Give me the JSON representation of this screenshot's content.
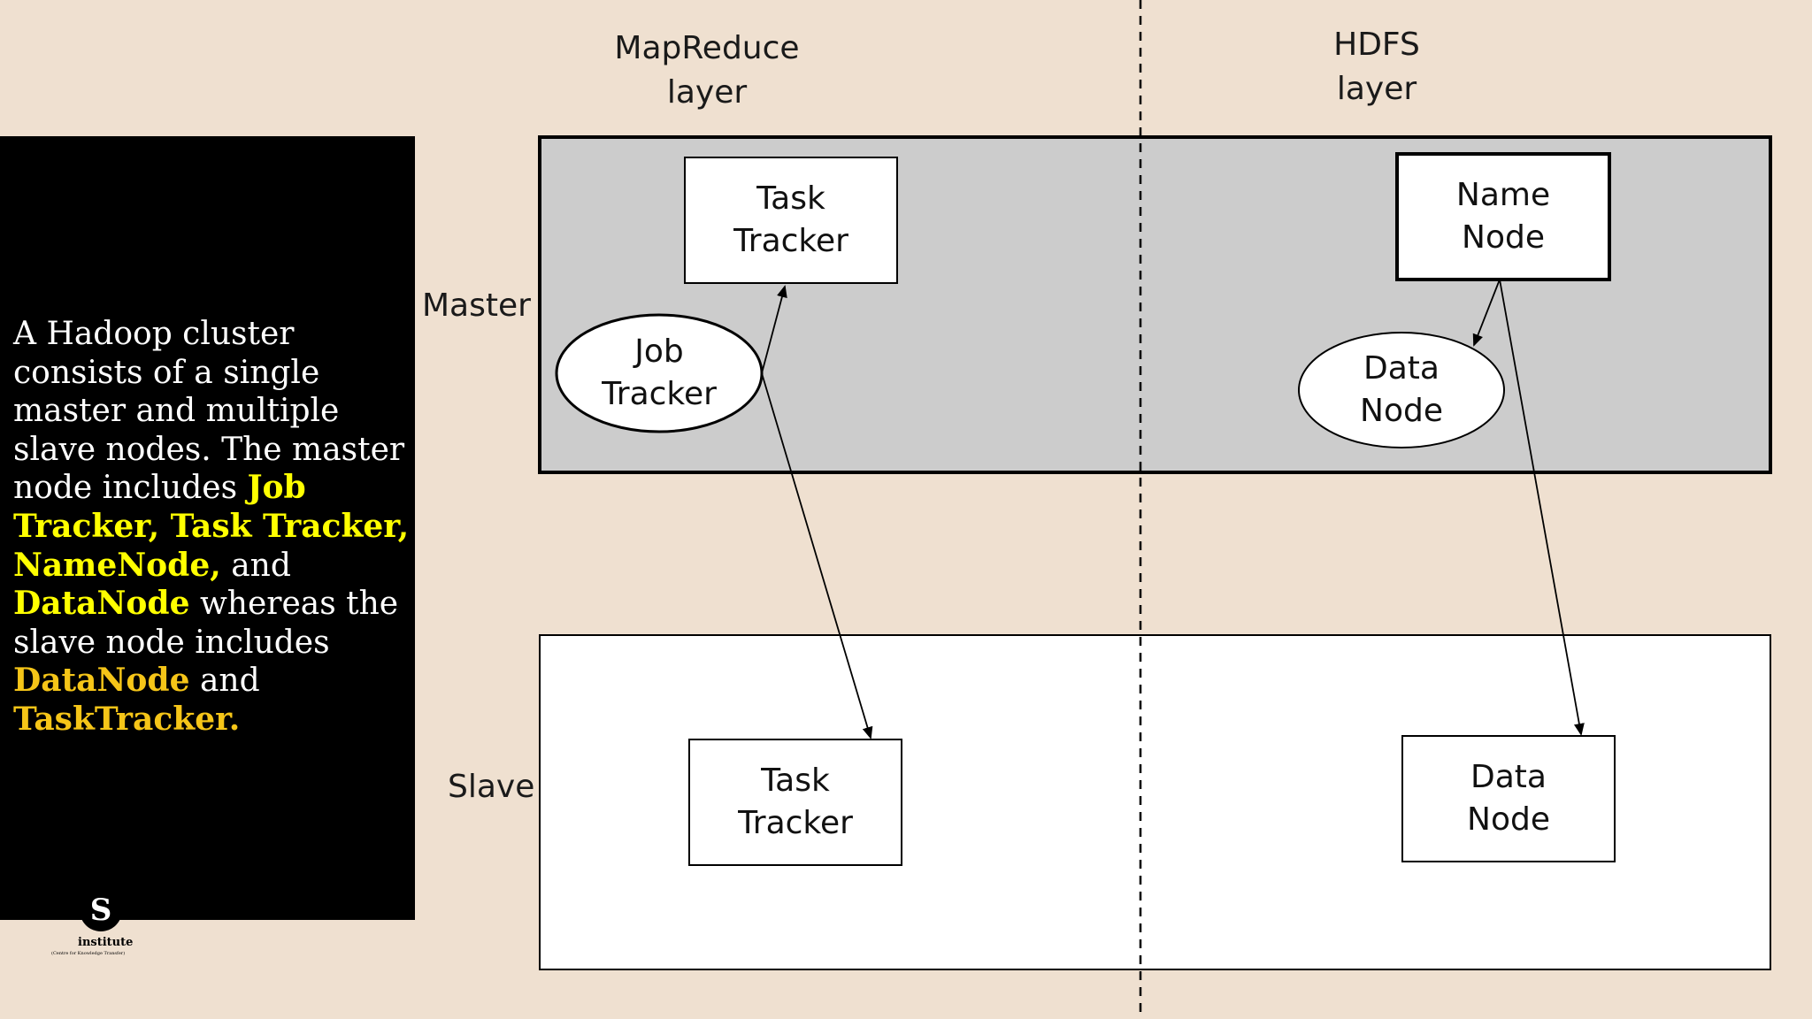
{
  "caption": {
    "intro": "A Hadoop cluster consists of a single master and multiple slave nodes. The master node includes ",
    "hl1": "Job Tracker, Task Tracker, NameNode,",
    "mid1": " and ",
    "hl2": "DataNode",
    "mid2": " whereas the slave node includes ",
    "hl3": "DataNode",
    "mid3": " and ",
    "hl4": "TaskTracker."
  },
  "logo": {
    "mark": "S",
    "word": "institute",
    "tagline": "(Centre for Knowledge Transfer)"
  },
  "diagram": {
    "columns": {
      "mapreduce": {
        "line1": "MapReduce",
        "line2": "layer"
      },
      "hdfs": {
        "line1": "HDFS",
        "line2": "layer"
      }
    },
    "rows": {
      "master": "Master",
      "slave": "Slave"
    },
    "nodes": {
      "master_task_tracker": {
        "line1": "Task",
        "line2": "Tracker"
      },
      "job_tracker": {
        "line1": "Job",
        "line2": "Tracker"
      },
      "name_node": {
        "line1": "Name",
        "line2": "Node"
      },
      "master_data_node": {
        "line1": "Data",
        "line2": "Node"
      },
      "slave_task_tracker": {
        "line1": "Task",
        "line2": "Tracker"
      },
      "slave_data_node": {
        "line1": "Data",
        "line2": "Node"
      }
    }
  },
  "colors": {
    "background": "#efe0d0",
    "panel": "#000000",
    "master_fill": "#cccccc",
    "slave_fill": "#ffffff",
    "highlight_yellow": "#ffff00",
    "highlight_gold": "#f5c518"
  }
}
